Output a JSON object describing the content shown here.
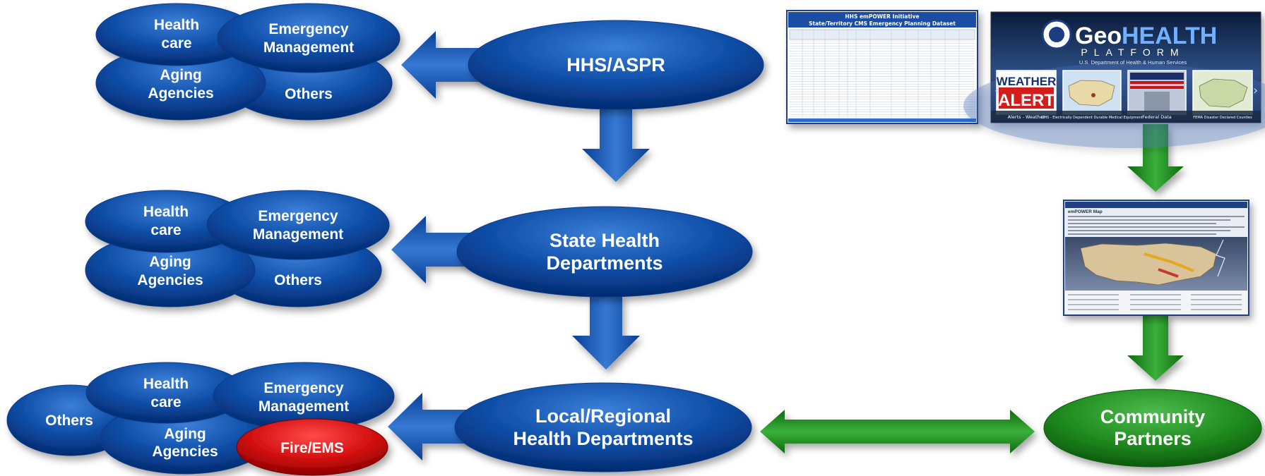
{
  "main_nodes": {
    "hhs": "HHS/ASPR",
    "state_line1": "State Health",
    "state_line2": "Departments",
    "local_line1": "Local/Regional",
    "local_line2": "Health Departments",
    "community_line1": "Community",
    "community_line2": "Partners"
  },
  "row1": {
    "health_care_l1": "Health",
    "health_care_l2": "care",
    "emergency_l1": "Emergency",
    "emergency_l2": "Management",
    "aging_l1": "Aging",
    "aging_l2": "Agencies",
    "others": "Others"
  },
  "row2": {
    "health_care_l1": "Health",
    "health_care_l2": "care",
    "emergency_l1": "Emergency",
    "emergency_l2": "Management",
    "aging_l1": "Aging",
    "aging_l2": "Agencies",
    "others": "Others"
  },
  "row3": {
    "others": "Others",
    "health_care_l1": "Health",
    "health_care_l2": "care",
    "emergency_l1": "Emergency",
    "emergency_l2": "Management",
    "aging_l1": "Aging",
    "aging_l2": "Agencies",
    "fire_ems": "Fire/EMS"
  },
  "dataset_thumb": {
    "title_l1": "HHS emPOWER Initiative",
    "title_l2": "State/Territory CMS Emergency Planning Dataset"
  },
  "geohealth_thumb": {
    "logo_geo": "Geo",
    "logo_health": "HEALTH",
    "logo_platform": "PLATFORM",
    "subtitle": "U.S. Department of Health & Human Services",
    "tiles": [
      {
        "caption": "Alerts - Weather",
        "banner_l1": "WEATHER",
        "banner_l2": "ALERT"
      },
      {
        "caption": "CMS - Electrically Dependent Durable Medical Equipment"
      },
      {
        "caption": "Federal Data"
      },
      {
        "caption": "FEMA Disaster Declared Counties"
      }
    ]
  },
  "map_thumb": {
    "title": "emPOWER Map"
  },
  "colors": {
    "blue_dark": "#003a8c",
    "blue_light": "#2f6fd0",
    "green_dark": "#146b14",
    "green_light": "#3aa83a",
    "red_dark": "#a80000",
    "red_light": "#ee2a2a"
  }
}
